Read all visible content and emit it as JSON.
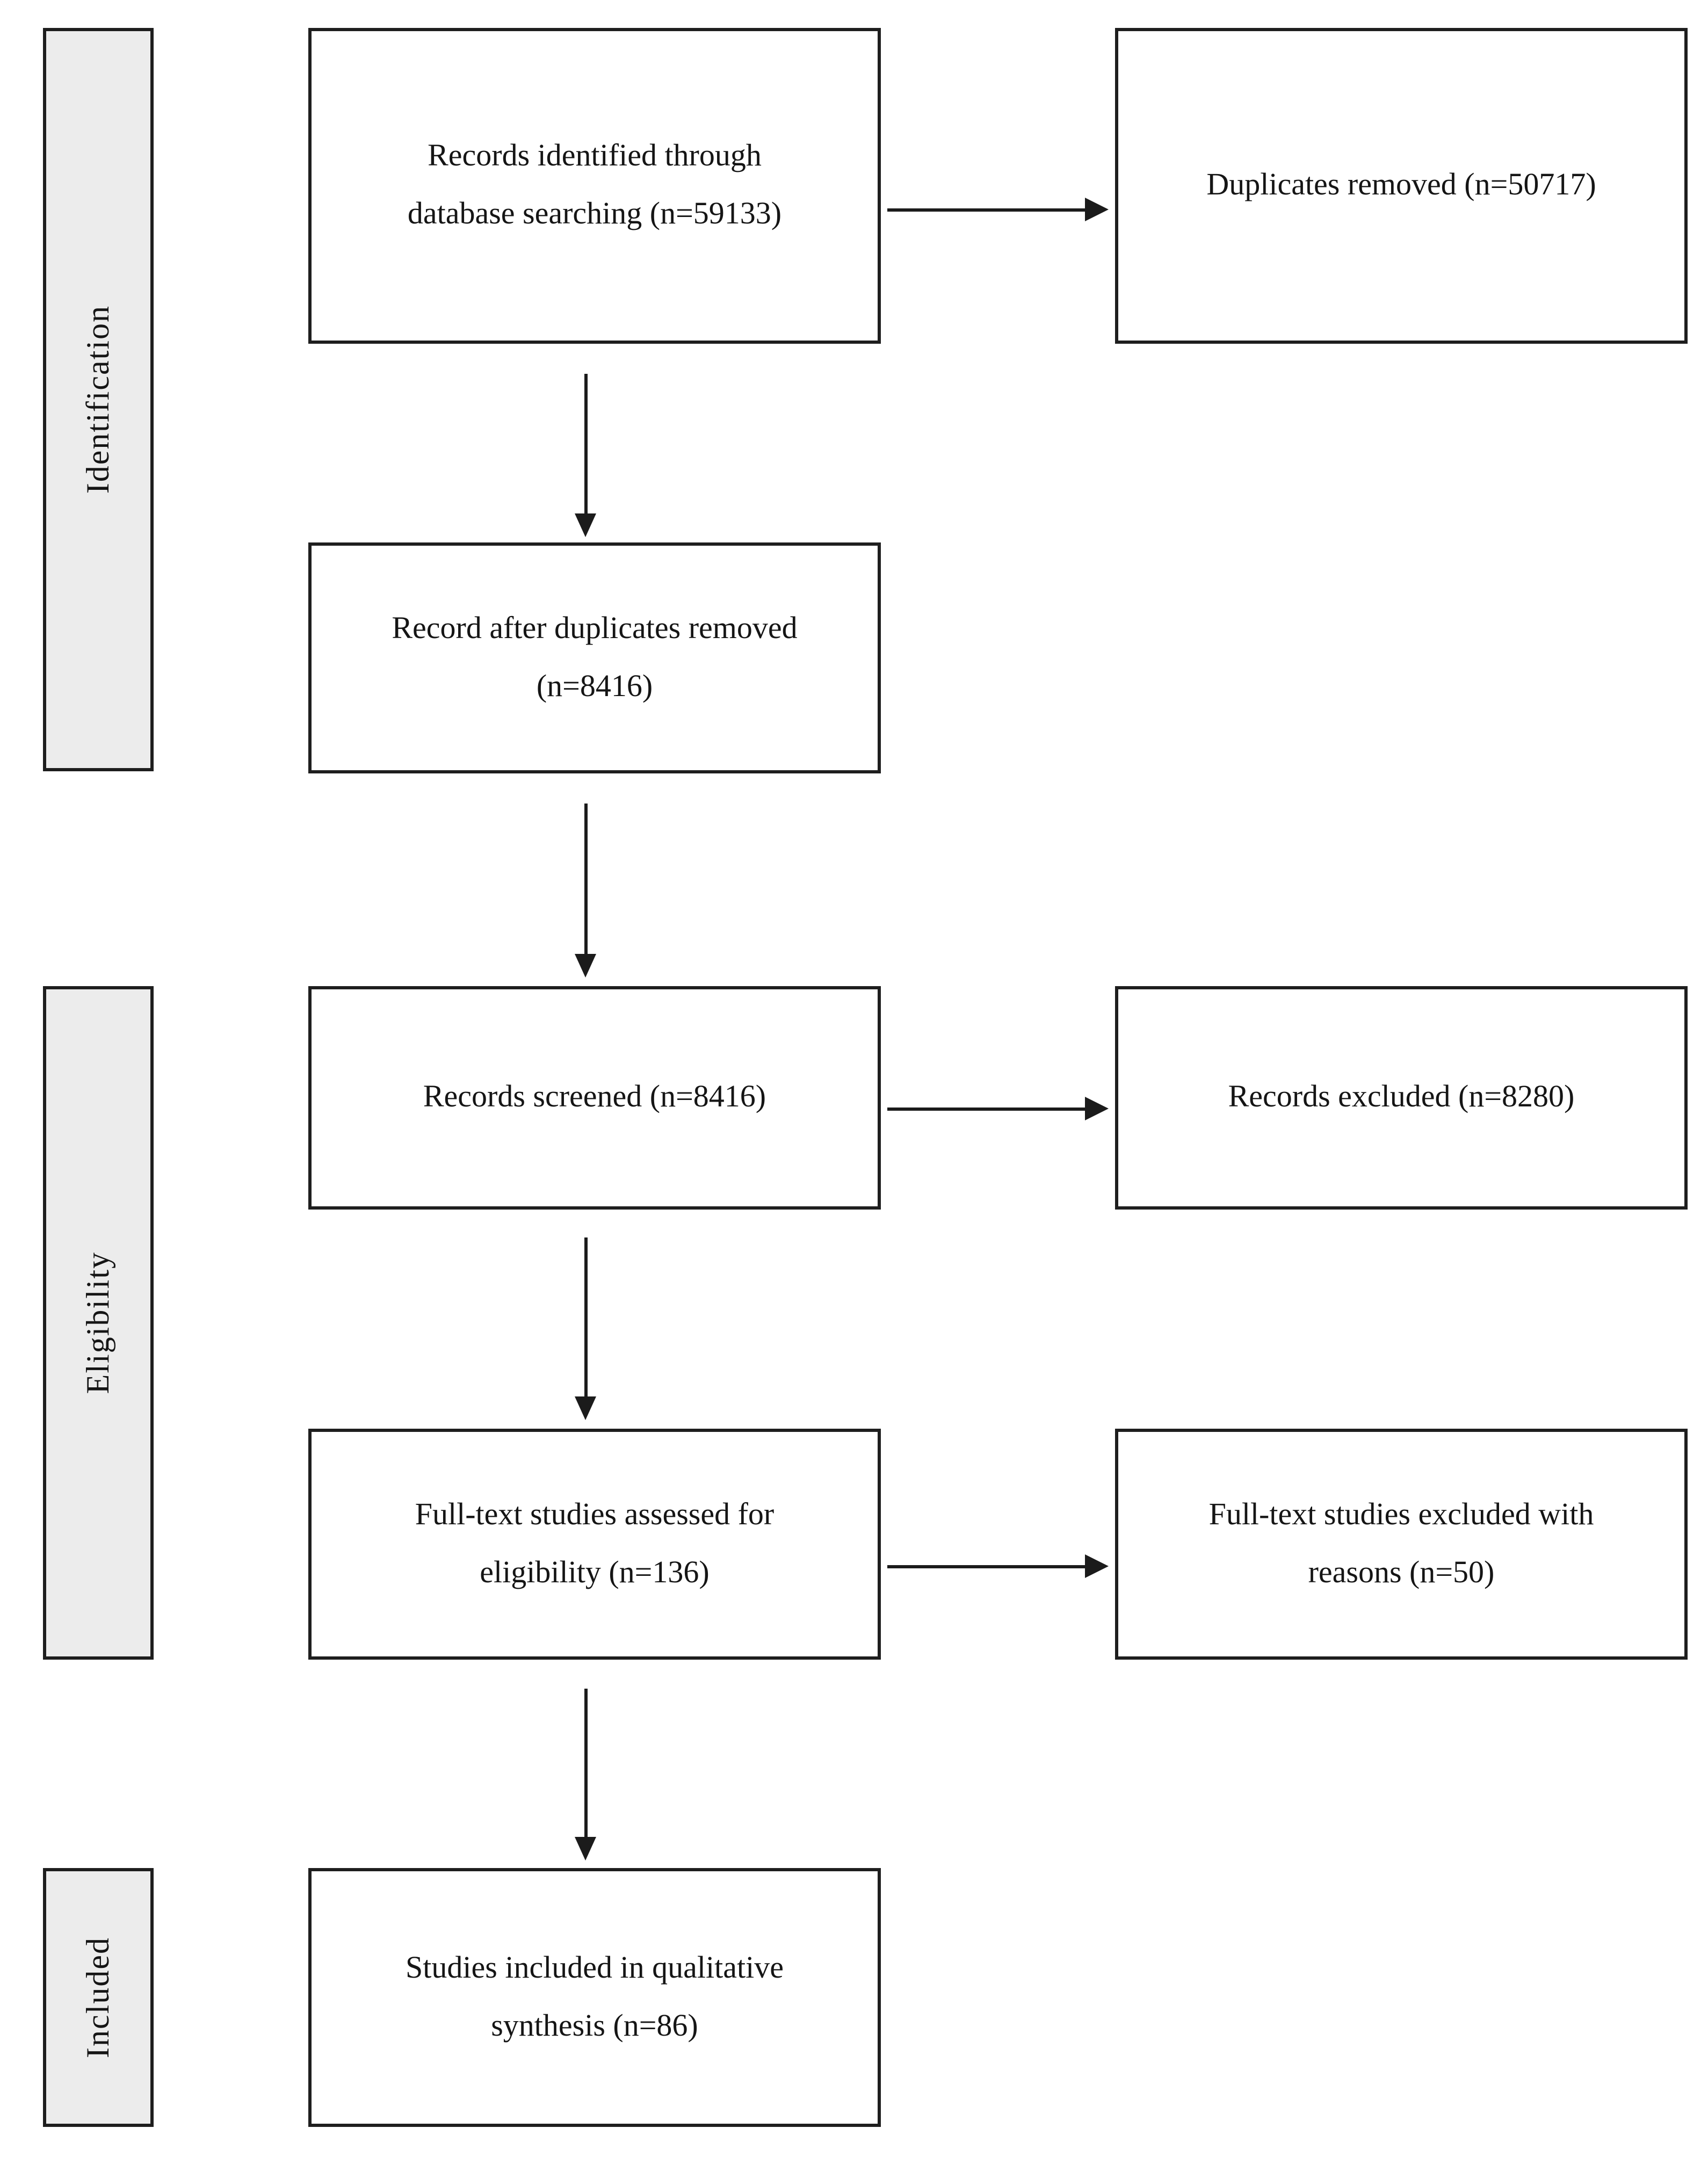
{
  "figure": {
    "type": "prisma-flow-diagram",
    "stages": [
      {
        "id": "identification",
        "label": "Identification"
      },
      {
        "id": "eligibility",
        "label": "Eligibility"
      },
      {
        "id": "included",
        "label": "Included"
      }
    ],
    "boxes": {
      "records_identified": {
        "text": "Records identified through database searching (n=59133)",
        "lines": [
          "Records identified through",
          "database searching (n=59133)"
        ],
        "n": 59133
      },
      "duplicates_removed": {
        "text": "Duplicates removed (n=50717)",
        "lines": [
          "Duplicates removed (n=50717)"
        ],
        "n": 50717
      },
      "records_after_duplicates": {
        "text": "Record after duplicates removed (n=8416)",
        "lines": [
          "Record after duplicates removed",
          "(n=8416)"
        ],
        "n": 8416
      },
      "records_screened": {
        "text": "Records screened (n=8416)",
        "lines": [
          "Records screened (n=8416)"
        ],
        "n": 8416
      },
      "records_excluded": {
        "text": "Records excluded (n=8280)",
        "lines": [
          "Records excluded (n=8280)"
        ],
        "n": 8280
      },
      "fulltext_assessed": {
        "text": "Full-text studies assessed for eligibility (n=136)",
        "lines": [
          "Full-text studies assessed for",
          "eligibility (n=136)"
        ],
        "n": 136
      },
      "fulltext_excluded": {
        "text": "Full-text studies excluded with reasons (n=50)",
        "lines": [
          "Full-text studies excluded with",
          "reasons (n=50)"
        ],
        "n": 50
      },
      "studies_included": {
        "text": "Studies included in qualitative synthesis (n=86)",
        "lines": [
          "Studies included in qualitative",
          "synthesis (n=86)"
        ],
        "n": 86
      }
    },
    "edges": [
      {
        "from": "records_identified",
        "to": "duplicates_removed",
        "direction": "right"
      },
      {
        "from": "records_identified",
        "to": "records_after_duplicates",
        "direction": "down"
      },
      {
        "from": "records_after_duplicates",
        "to": "records_screened",
        "direction": "down"
      },
      {
        "from": "records_screened",
        "to": "records_excluded",
        "direction": "right"
      },
      {
        "from": "records_screened",
        "to": "fulltext_assessed",
        "direction": "down"
      },
      {
        "from": "fulltext_assessed",
        "to": "fulltext_excluded",
        "direction": "right"
      },
      {
        "from": "fulltext_assessed",
        "to": "studies_included",
        "direction": "down"
      }
    ],
    "colors": {
      "background": "#ffffff",
      "box_fill": "#ffffff",
      "stage_fill": "#ececec",
      "border": "#1e1e1e",
      "text": "#151515",
      "arrow": "#1b1b1b"
    }
  }
}
